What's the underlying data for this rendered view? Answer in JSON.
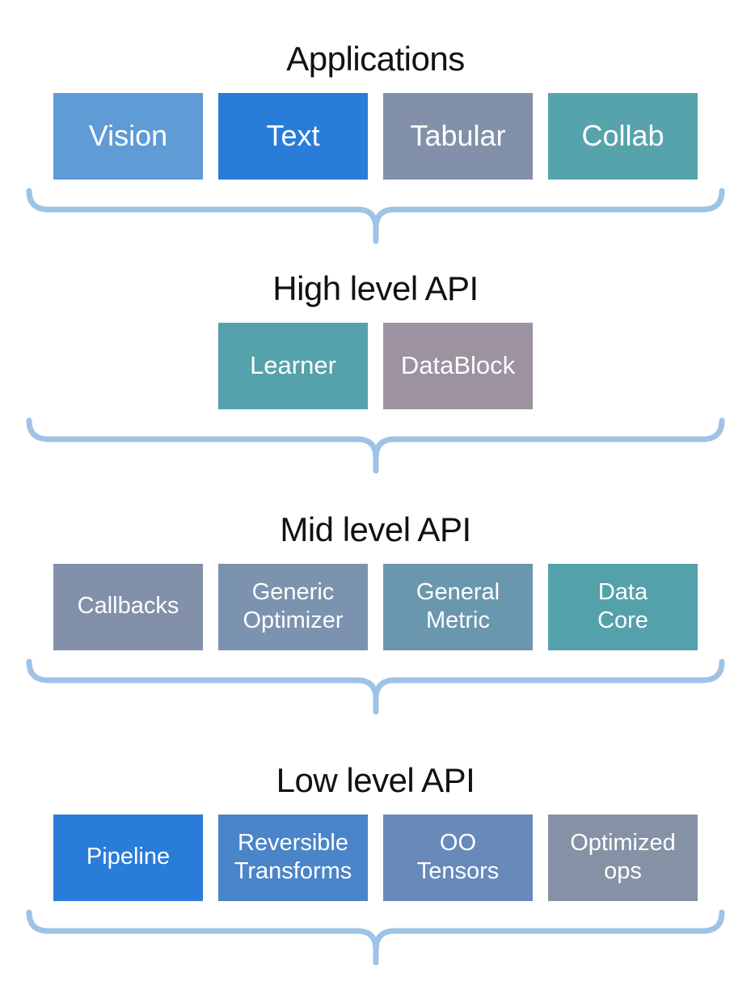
{
  "diagram": {
    "title_color": "#111111",
    "brace_color": "#9DC3E6",
    "label_color": "#FFFFFF",
    "sections": [
      {
        "title": "Applications",
        "boxes": [
          {
            "label": "Vision",
            "color": "#5F9BD4"
          },
          {
            "label": "Text",
            "color": "#2A7CD9"
          },
          {
            "label": "Tabular",
            "color": "#8291A9"
          },
          {
            "label": "Collab",
            "color": "#57A3AC"
          }
        ]
      },
      {
        "title": "High level API",
        "boxes": [
          {
            "label": "Learner",
            "color": "#55A1AC"
          },
          {
            "label": "DataBlock",
            "color": "#9D93A0"
          }
        ]
      },
      {
        "title": "Mid level API",
        "boxes": [
          {
            "label": "Callbacks",
            "color": "#8291A9"
          },
          {
            "label": "Generic\nOptimizer",
            "color": "#7B93AF"
          },
          {
            "label": "General\nMetric",
            "color": "#6A97AD"
          },
          {
            "label": "Data\nCore",
            "color": "#55A1AB"
          }
        ]
      },
      {
        "title": "Low level API",
        "boxes": [
          {
            "label": "Pipeline",
            "color": "#2A7CD9"
          },
          {
            "label": "Reversible\nTransforms",
            "color": "#4A84C9"
          },
          {
            "label": "OO\nTensors",
            "color": "#6889BA"
          },
          {
            "label": "Optimized\nops",
            "color": "#8591A4"
          }
        ]
      }
    ]
  }
}
